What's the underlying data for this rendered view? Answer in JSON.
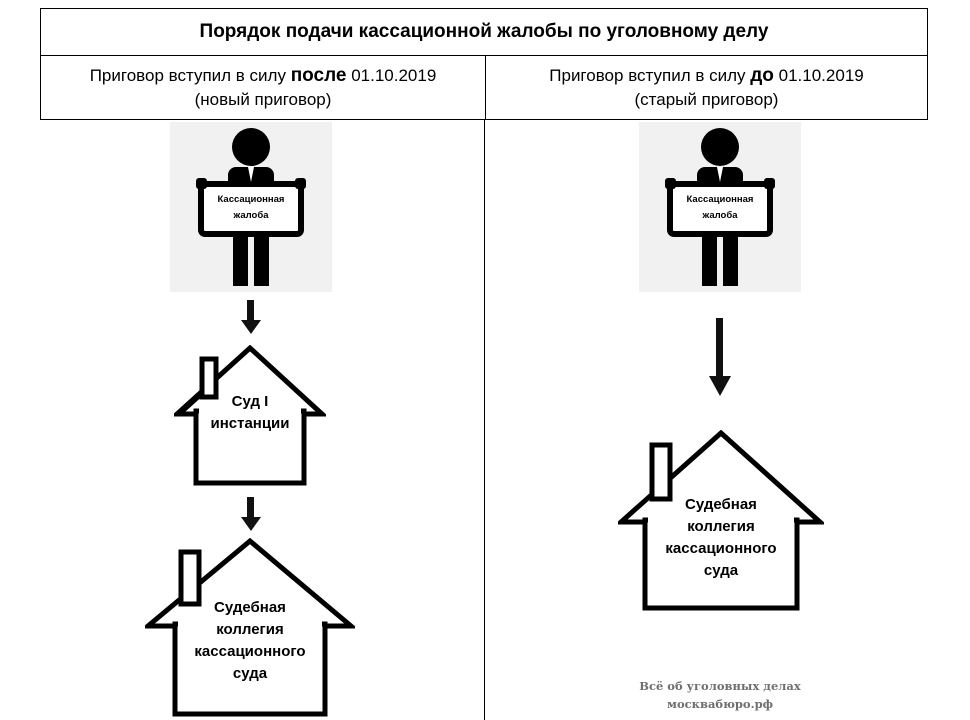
{
  "header": {
    "title": "Порядок подачи кассационной жалобы по уголовному делу",
    "left": {
      "line1_prefix": "Приговор вступил в силу ",
      "line1_bold": "после",
      "line1_suffix": " 01.10.2019",
      "line2": "(новый приговор)"
    },
    "right": {
      "line1_prefix": "Приговор вступил в силу ",
      "line1_bold": "до",
      "line1_suffix": " 01.10.2019",
      "line2": "(старый приговор)"
    }
  },
  "left_flow": {
    "person_sign": [
      "Кассационная",
      "жалоба"
    ],
    "court_first": [
      "Суд I",
      "инстанции"
    ],
    "cassation": [
      "Судебная",
      "коллегия",
      "кассационного",
      "суда"
    ]
  },
  "right_flow": {
    "person_sign": [
      "Кассационная",
      "жалоба"
    ],
    "cassation": [
      "Судебная",
      "коллегия",
      "кассационного",
      "суда"
    ]
  },
  "watermark": {
    "line1": "Всё об уголовных делах",
    "line2": "москвабюро.рф"
  }
}
